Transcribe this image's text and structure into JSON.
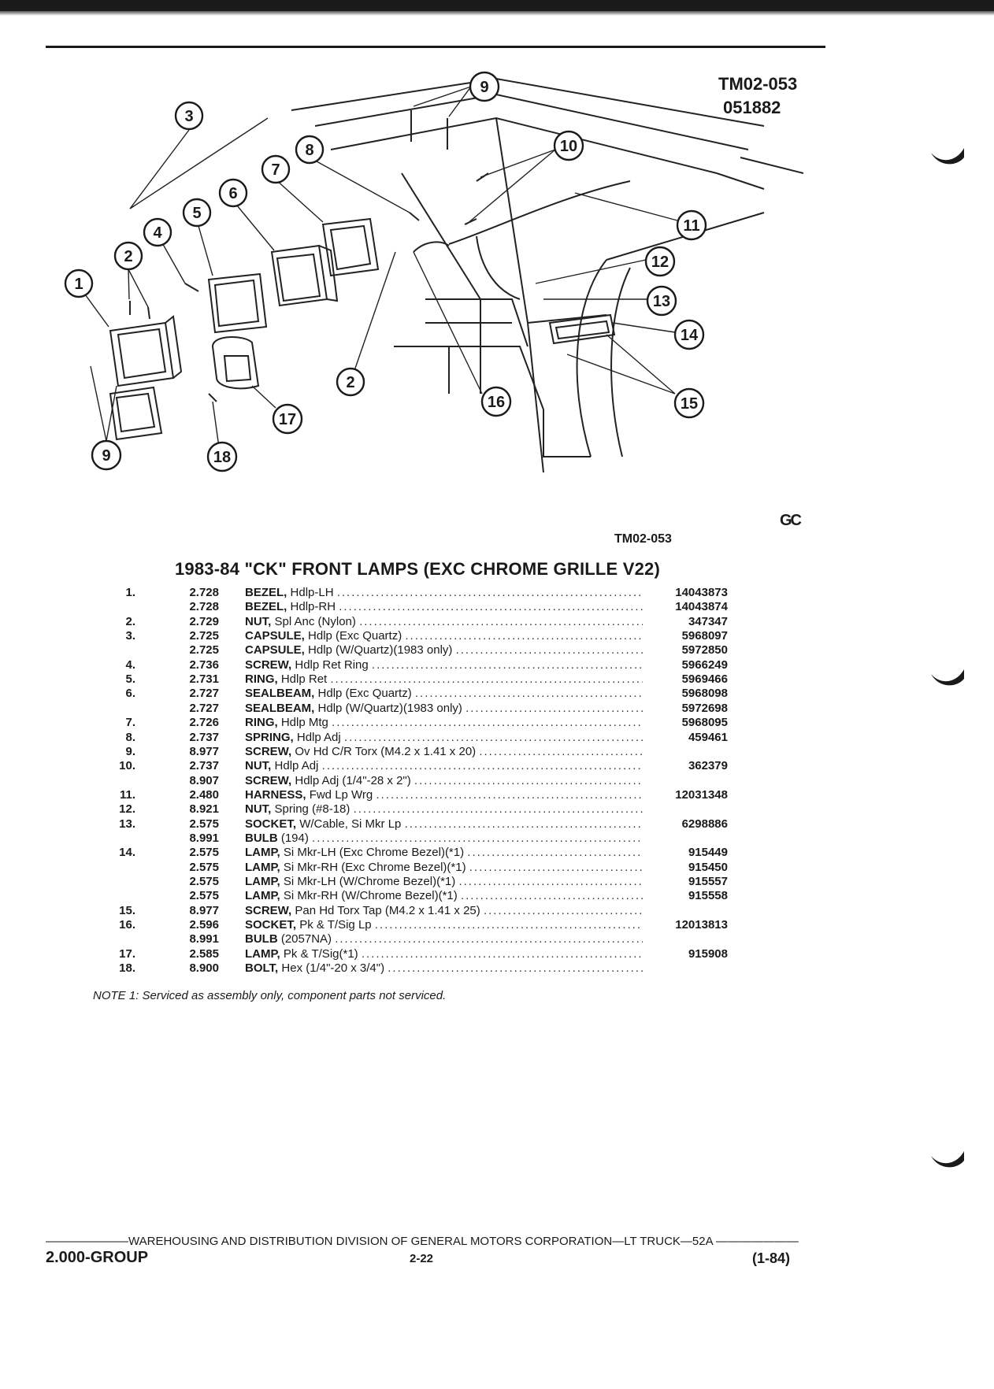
{
  "figure": {
    "code": "TM02-053",
    "date_code": "051882",
    "caption": "TM02-053",
    "brand_mark": "GC",
    "callouts": [
      "1",
      "2",
      "3",
      "4",
      "5",
      "6",
      "7",
      "8",
      "9",
      "10",
      "11",
      "12",
      "13",
      "14",
      "15",
      "16",
      "17",
      "18"
    ]
  },
  "section_title": "1983-84 \"CK\" FRONT LAMPS (EXC CHROME GRILLE V22)",
  "parts": [
    {
      "item": "1.",
      "group": "2.728",
      "noun": "BEZEL,",
      "desc": "Hdlp-LH",
      "part": "14043873"
    },
    {
      "item": "",
      "group": "2.728",
      "noun": "BEZEL,",
      "desc": "Hdlp-RH",
      "part": "14043874"
    },
    {
      "item": "2.",
      "group": "2.729",
      "noun": "NUT,",
      "desc": "Spl Anc (Nylon)",
      "part": "347347"
    },
    {
      "item": "3.",
      "group": "2.725",
      "noun": "CAPSULE,",
      "desc": "Hdlp (Exc Quartz)",
      "part": "5968097"
    },
    {
      "item": "",
      "group": "2.725",
      "noun": "CAPSULE,",
      "desc": "Hdlp (W/Quartz)(1983 only)",
      "part": "5972850"
    },
    {
      "item": "4.",
      "group": "2.736",
      "noun": "SCREW,",
      "desc": "Hdlp Ret Ring",
      "part": "5966249"
    },
    {
      "item": "5.",
      "group": "2.731",
      "noun": "RING,",
      "desc": "Hdlp Ret",
      "part": "5969466"
    },
    {
      "item": "6.",
      "group": "2.727",
      "noun": "SEALBEAM,",
      "desc": "Hdlp (Exc Quartz)",
      "part": "5968098"
    },
    {
      "item": "",
      "group": "2.727",
      "noun": "SEALBEAM,",
      "desc": "Hdlp (W/Quartz)(1983 only)",
      "part": "5972698"
    },
    {
      "item": "7.",
      "group": "2.726",
      "noun": "RING,",
      "desc": "Hdlp Mtg",
      "part": "5968095"
    },
    {
      "item": "8.",
      "group": "2.737",
      "noun": "SPRING,",
      "desc": "Hdlp Adj",
      "part": "459461"
    },
    {
      "item": "9.",
      "group": "8.977",
      "noun": "SCREW,",
      "desc": "Ov Hd C/R Torx (M4.2 x 1.41 x 20)",
      "part": ""
    },
    {
      "item": "10.",
      "group": "2.737",
      "noun": "NUT,",
      "desc": "Hdlp Adj",
      "part": "362379"
    },
    {
      "item": "",
      "group": "8.907",
      "noun": "SCREW,",
      "desc": "Hdlp Adj (1/4\"-28 x 2\")",
      "part": ""
    },
    {
      "item": "11.",
      "group": "2.480",
      "noun": "HARNESS,",
      "desc": "Fwd Lp Wrg",
      "part": "12031348"
    },
    {
      "item": "12.",
      "group": "8.921",
      "noun": "NUT,",
      "desc": "Spring (#8-18)",
      "part": ""
    },
    {
      "item": "13.",
      "group": "2.575",
      "noun": "SOCKET,",
      "desc": "W/Cable, Si Mkr Lp",
      "part": "6298886"
    },
    {
      "item": "",
      "group": "8.991",
      "noun": "BULB",
      "desc": "(194)",
      "part": ""
    },
    {
      "item": "14.",
      "group": "2.575",
      "noun": "LAMP,",
      "desc": "Si Mkr-LH (Exc Chrome Bezel)(*1)",
      "part": "915449"
    },
    {
      "item": "",
      "group": "2.575",
      "noun": "LAMP,",
      "desc": "Si Mkr-RH (Exc Chrome Bezel)(*1)",
      "part": "915450"
    },
    {
      "item": "",
      "group": "2.575",
      "noun": "LAMP,",
      "desc": "Si Mkr-LH (W/Chrome Bezel)(*1)",
      "part": "915557"
    },
    {
      "item": "",
      "group": "2.575",
      "noun": "LAMP,",
      "desc": "Si Mkr-RH (W/Chrome Bezel)(*1)",
      "part": "915558"
    },
    {
      "item": "15.",
      "group": "8.977",
      "noun": "SCREW,",
      "desc": "Pan Hd Torx Tap (M4.2 x 1.41 x 25)",
      "part": ""
    },
    {
      "item": "16.",
      "group": "2.596",
      "noun": "SOCKET,",
      "desc": "Pk & T/Sig Lp",
      "part": "12013813"
    },
    {
      "item": "",
      "group": "8.991",
      "noun": "BULB",
      "desc": "(2057NA)",
      "part": ""
    },
    {
      "item": "17.",
      "group": "2.585",
      "noun": "LAMP,",
      "desc": "Pk & T/Sig(*1)",
      "part": "915908"
    },
    {
      "item": "18.",
      "group": "8.900",
      "noun": "BOLT,",
      "desc": "Hex (1/4\"-20 x 3/4\")",
      "part": ""
    }
  ],
  "note": "NOTE 1: Serviced as assembly only, component parts not serviced.",
  "footer": {
    "line": "———————WAREHOUSING AND DISTRIBUTION DIVISION OF GENERAL MOTORS CORPORATION—LT TRUCK—52A ———————",
    "group": "2.000-GROUP",
    "page": "2-22",
    "date": "(1-84)"
  }
}
